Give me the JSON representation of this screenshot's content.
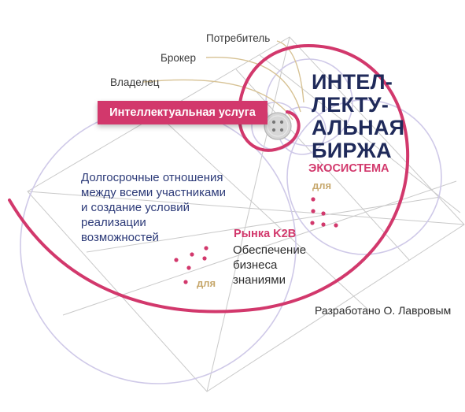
{
  "roles": {
    "consumer": "Потребитель",
    "broker": "Брокер",
    "owner": "Владелец"
  },
  "badge_label": "Интеллектуальная услуга",
  "title": "ИНТЕЛ-\nЛЕКТУ-\nАЛЬНАЯ\nБИРЖА",
  "ecosystem": {
    "heading": "ЭКОСИСТЕМА",
    "for_label": "для"
  },
  "left_text": "Долгосрочные отношения\nмежду всеми участниками\nи создание условий\nреализации\nвозможностей",
  "k2b": {
    "heading": "Рынка K2B",
    "text": "Обеспечение\nбизнеса\nзнаниями",
    "for_label": "для"
  },
  "credit": "Разработано О. Лавровым",
  "colors": {
    "pink": "#d2386c",
    "navy": "#1f2a5a",
    "gold": "#c7a86d",
    "lavender": "#cfc9e8",
    "grey_lines": "#c9c9c9"
  },
  "icons": [
    "button-icon"
  ]
}
